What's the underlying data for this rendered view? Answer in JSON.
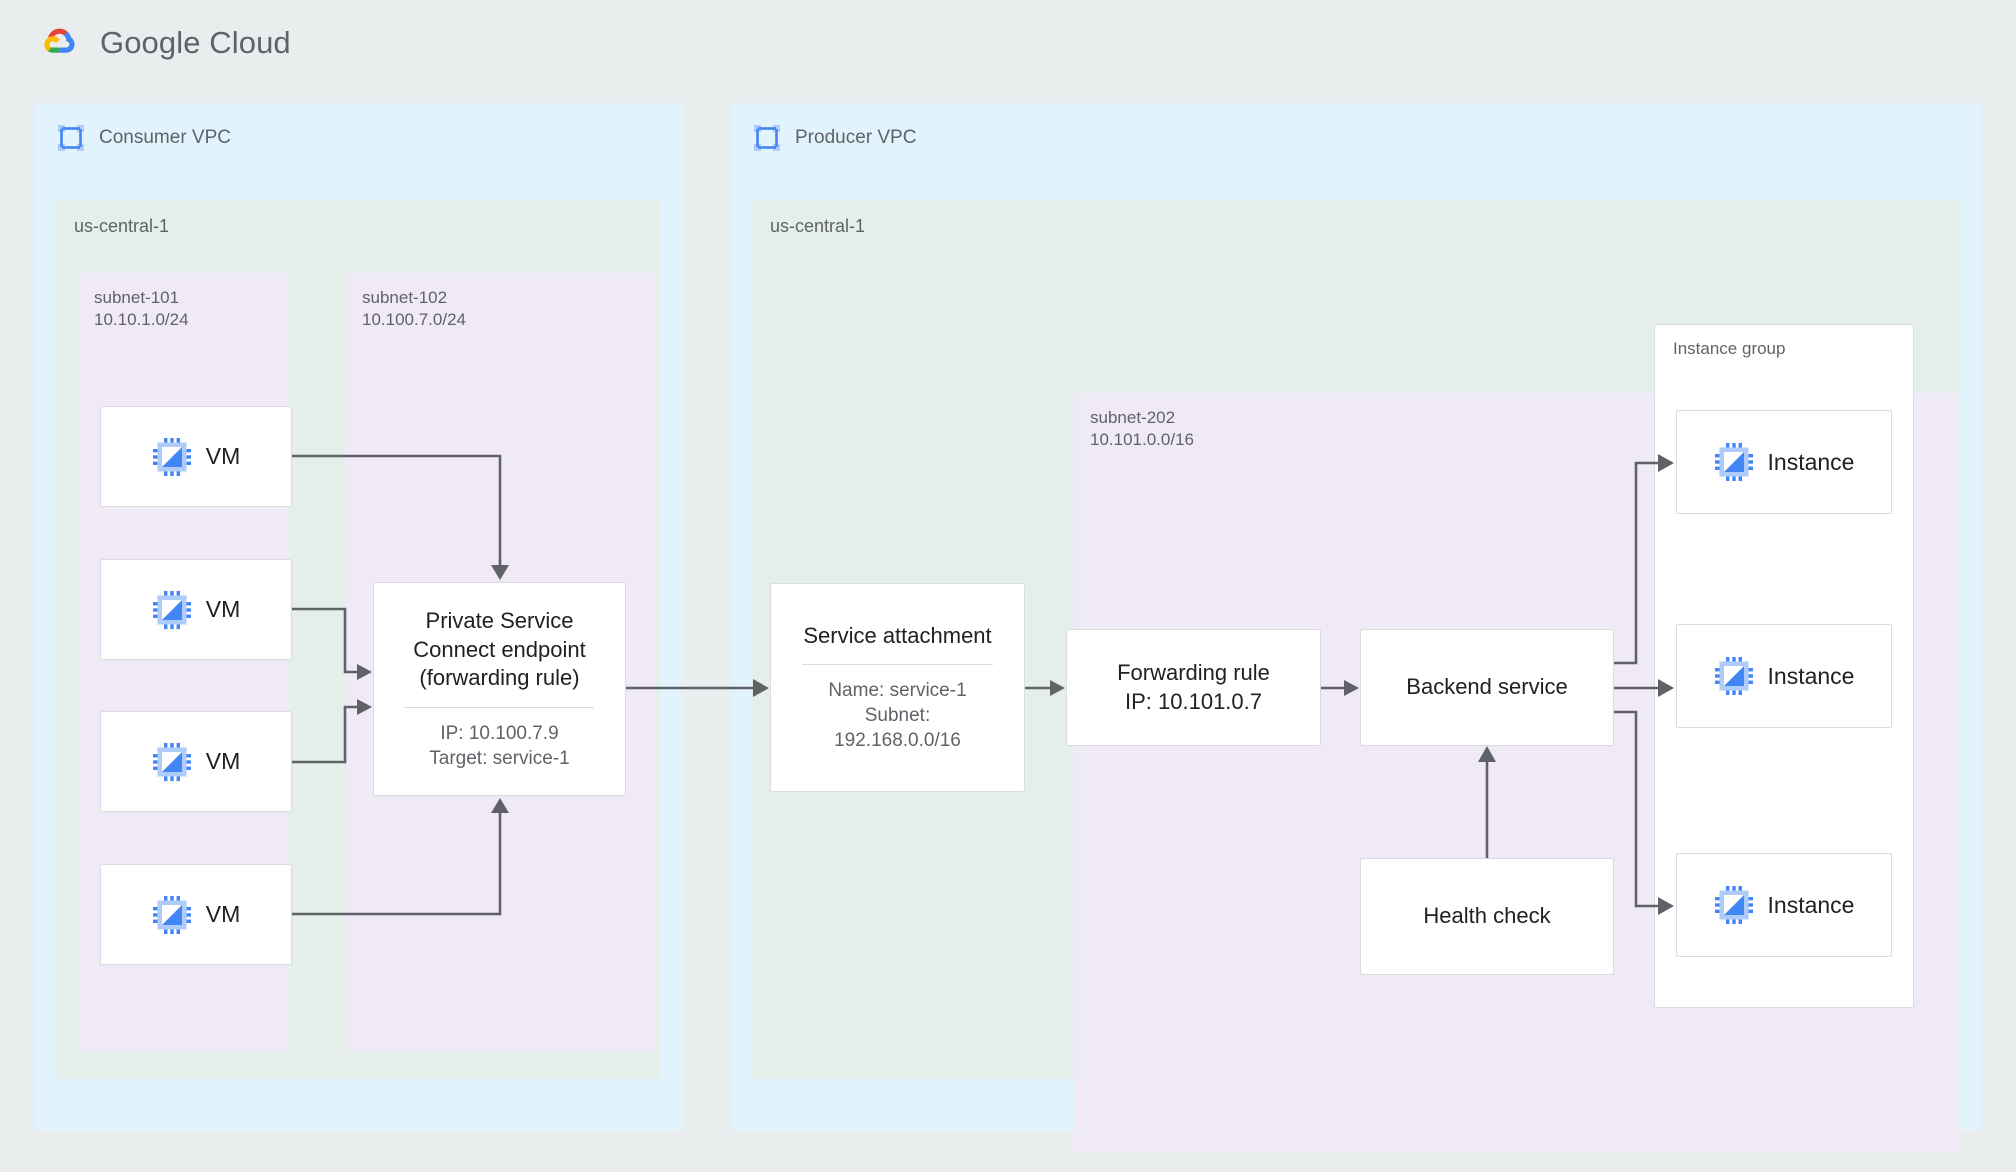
{
  "brand": {
    "name": "Google Cloud",
    "logo_icon": "google-cloud-logo"
  },
  "colors": {
    "page_background": "#eaedee",
    "vpc_fill": "#e1f3fc",
    "region_fill": "#e3efe8",
    "subnet_fill": "#f0eaf7",
    "node_fill": "#ffffff",
    "node_border": "#dadce0",
    "connector": "#5f6368",
    "text_primary": "#202124",
    "text_secondary": "#5f6368"
  },
  "consumer_vpc": {
    "label": "Consumer VPC",
    "icon": "vpc-network-icon",
    "region": {
      "label": "us-central-1"
    },
    "subnets": [
      {
        "name": "subnet-101",
        "cidr": "10.10.1.0/24",
        "label": "subnet-101\n10.10.1.0/24"
      },
      {
        "name": "subnet-102",
        "cidr": "10.100.7.0/24",
        "label": "subnet-102\n10.100.7.0/24"
      }
    ],
    "vms": [
      {
        "label": "VM",
        "icon": "vm-chip-icon"
      },
      {
        "label": "VM",
        "icon": "vm-chip-icon"
      },
      {
        "label": "VM",
        "icon": "vm-chip-icon"
      },
      {
        "label": "VM",
        "icon": "vm-chip-icon"
      }
    ],
    "psc_endpoint": {
      "title": "Private Service\nConnect endpoint\n(forwarding rule)",
      "details": "IP: 10.100.7.9\nTarget: service-1",
      "ip": "10.100.7.9",
      "target": "service-1"
    }
  },
  "producer_vpc": {
    "label": "Producer VPC",
    "icon": "vpc-network-icon",
    "region": {
      "label": "us-central-1"
    },
    "service_attachment": {
      "title": "Service attachment",
      "details": "Name: service-1\nSubnet:\n192.168.0.0/16",
      "name": "service-1",
      "subnet": "192.168.0.0/16"
    },
    "subnet": {
      "name": "subnet-202",
      "cidr": "10.101.0.0/16",
      "label": "subnet-202\n10.101.0.0/16"
    },
    "forwarding_rule": {
      "title": "Forwarding rule\nIP: 10.101.0.7",
      "ip": "10.101.0.7"
    },
    "backend_service": {
      "title": "Backend service"
    },
    "health_check": {
      "title": "Health check"
    },
    "instance_group": {
      "label": "Instance group",
      "instances": [
        {
          "label": "Instance",
          "icon": "vm-chip-icon"
        },
        {
          "label": "Instance",
          "icon": "vm-chip-icon"
        },
        {
          "label": "Instance",
          "icon": "vm-chip-icon"
        }
      ]
    }
  }
}
